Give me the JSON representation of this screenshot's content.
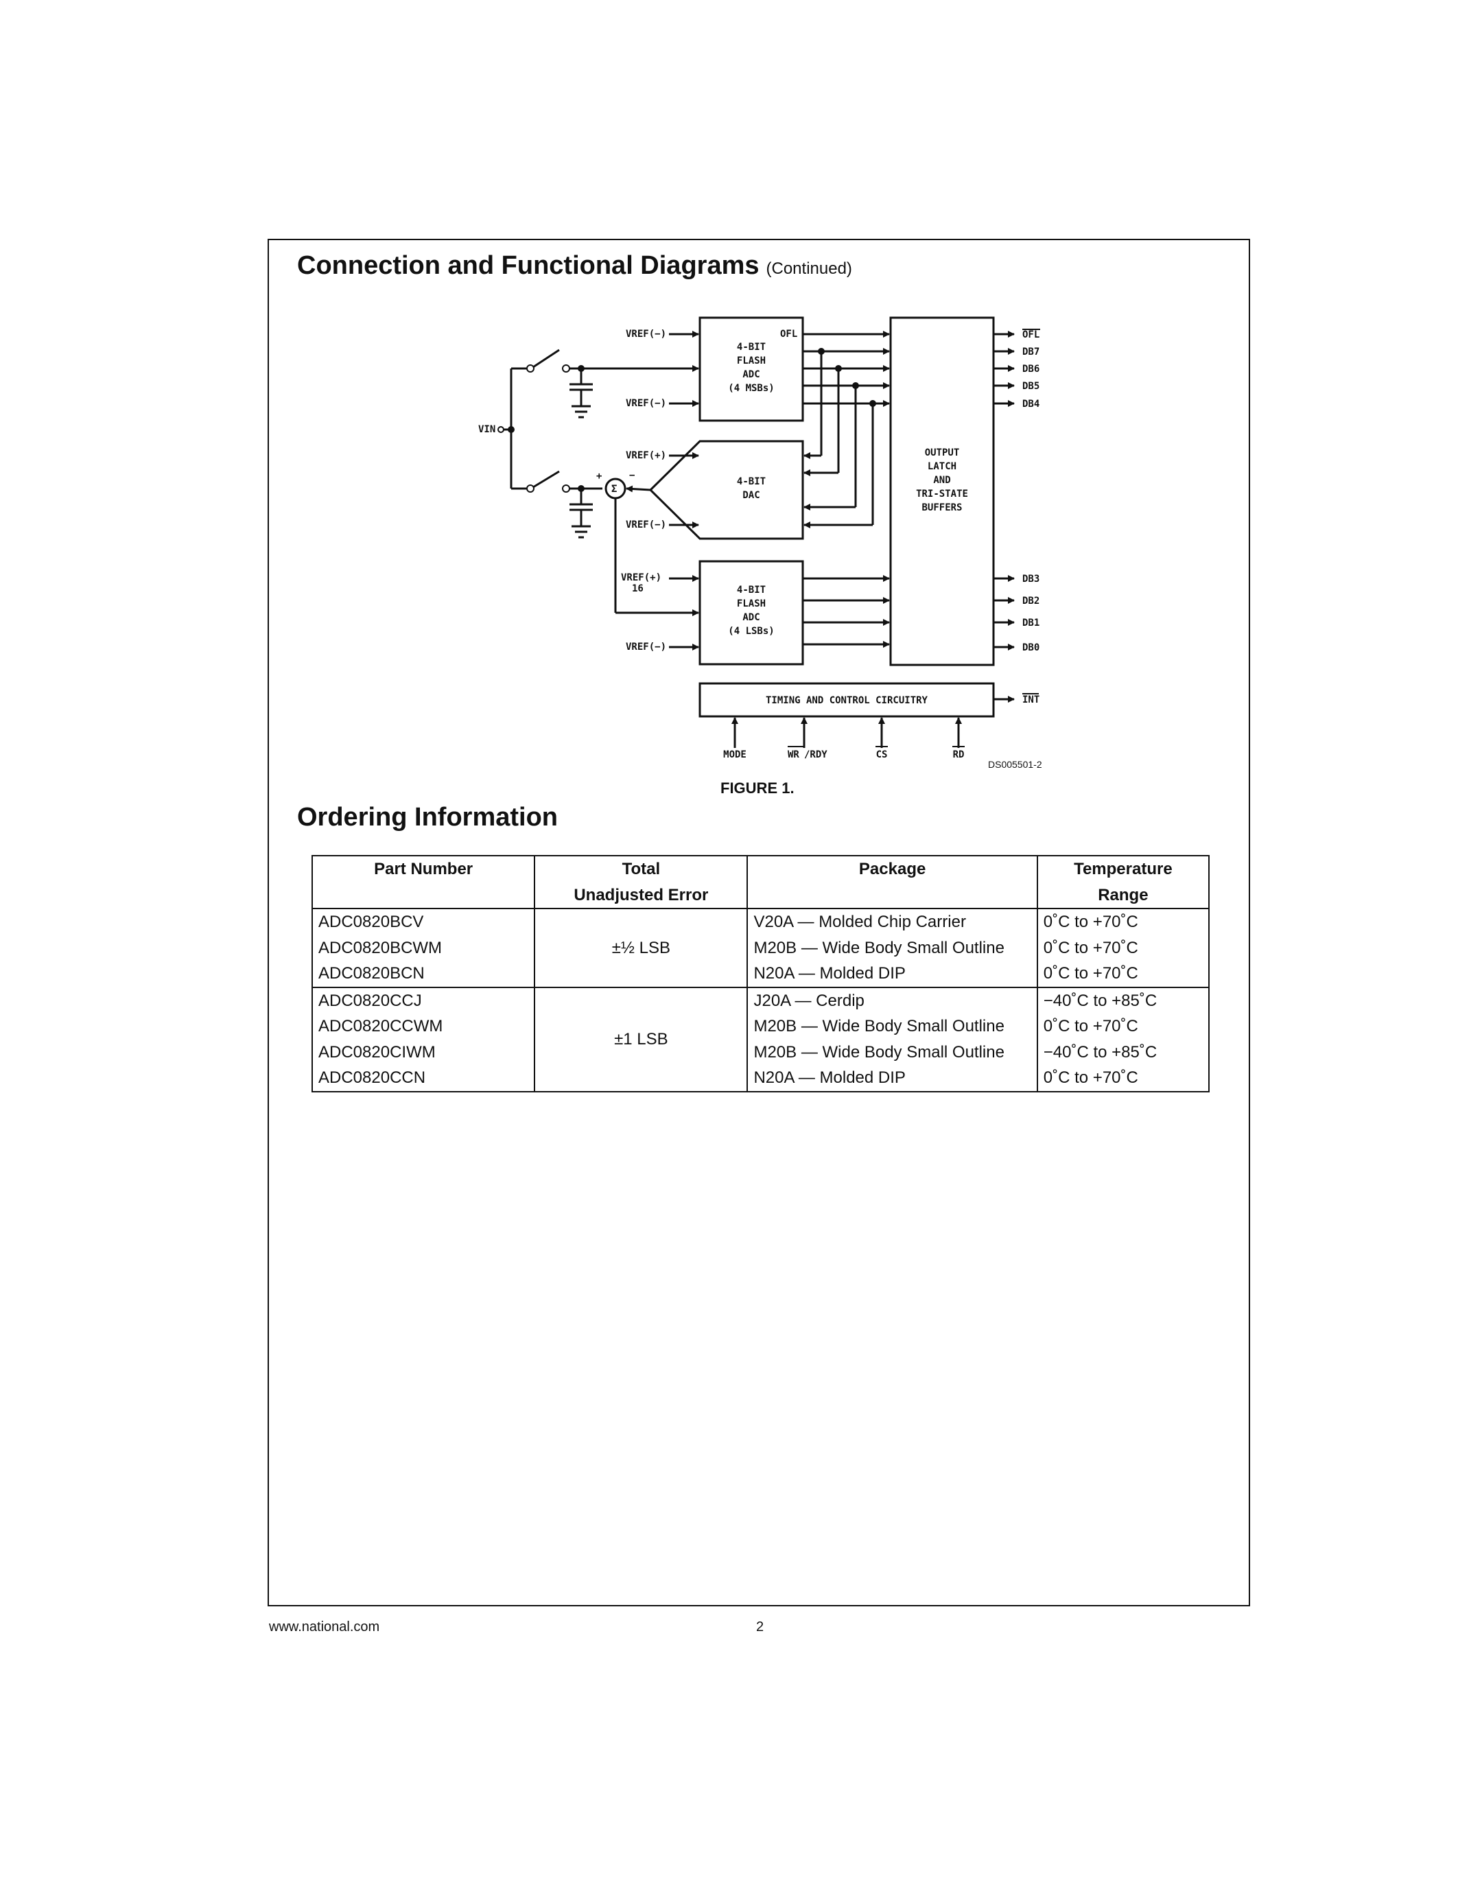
{
  "header": {
    "title": "Connection and Functional Diagrams",
    "continued": "(Continued)"
  },
  "figure": {
    "caption": "FIGURE 1.",
    "doc_number": "DS005501-2",
    "labels": {
      "vin": "VIN",
      "vref_minus_top": "VREF(−)",
      "vref_minus_mid": "VREF(−)",
      "vref_plus_dac": "VREF(+)",
      "vref_minus_dac": "VREF(−)",
      "vref16_plus": "VREF(+)",
      "vref16_den": "16",
      "vref_minus_lsb": "VREF(−)",
      "plus_sign": "+",
      "minus_sign": "−",
      "sum_symbol": "Σ",
      "ofl_internal": "OFL",
      "msb_adc": [
        "4-BIT",
        "FLASH",
        "ADC",
        "(4 MSBs)"
      ],
      "dac": [
        "4-BIT",
        "DAC"
      ],
      "lsb_adc": [
        "4-BIT",
        "FLASH",
        "ADC",
        "(4 LSBs)"
      ],
      "output_block": [
        "OUTPUT",
        "LATCH",
        "AND",
        "TRI-STATE",
        "BUFFERS"
      ],
      "timing_block": "TIMING AND CONTROL CIRCUITRY",
      "out_ofl": "OFL",
      "out_db7": "DB7",
      "out_db6": "DB6",
      "out_db5": "DB5",
      "out_db4": "DB4",
      "out_db3": "DB3",
      "out_db2": "DB2",
      "out_db1": "DB1",
      "out_db0": "DB0",
      "out_int": "INT",
      "ctrl_mode": "MODE",
      "ctrl_wr": "WR",
      "ctrl_rdy": "/RDY",
      "ctrl_cs": "CS",
      "ctrl_rd": "RD"
    }
  },
  "ordering": {
    "title": "Ordering Information",
    "headers": {
      "part_number": "Part Number",
      "total_line1": "Total",
      "total_line2": "Unadjusted Error",
      "package": "Package",
      "temp_line1": "Temperature",
      "temp_line2": "Range"
    },
    "groups": [
      {
        "error": "±½ LSB",
        "rows": [
          {
            "part": "ADC0820BCV",
            "package": "V20A — Molded Chip Carrier",
            "temp": "0˚C to +70˚C"
          },
          {
            "part": "ADC0820BCWM",
            "package": "M20B — Wide Body Small Outline",
            "temp": "0˚C to +70˚C"
          },
          {
            "part": "ADC0820BCN",
            "package": "N20A — Molded DIP",
            "temp": "0˚C to +70˚C"
          }
        ]
      },
      {
        "error": "±1 LSB",
        "rows": [
          {
            "part": "ADC0820CCJ",
            "package": "J20A — Cerdip",
            "temp": "−40˚C to +85˚C"
          },
          {
            "part": "ADC0820CCWM",
            "package": "M20B — Wide Body Small Outline",
            "temp": "0˚C to +70˚C"
          },
          {
            "part": "ADC0820CIWM",
            "package": "M20B — Wide Body Small Outline",
            "temp": "−40˚C to +85˚C"
          },
          {
            "part": "ADC0820CCN",
            "package": "N20A — Molded DIP",
            "temp": "0˚C to +70˚C"
          }
        ]
      }
    ]
  },
  "footer": {
    "url": "www.national.com",
    "page": "2"
  }
}
